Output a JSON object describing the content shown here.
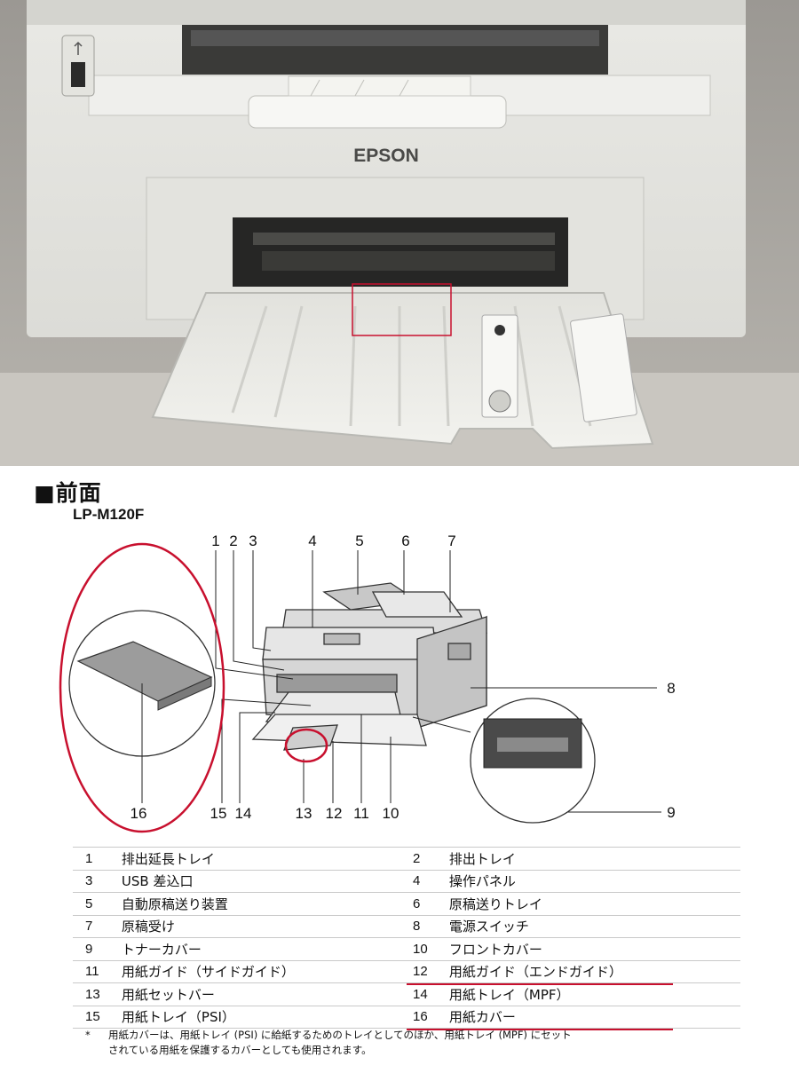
{
  "photo": {
    "brand_logo": "EPSON",
    "usb_icon": "usb-icon"
  },
  "section": {
    "heading": "■前面",
    "model": "LP-M120F"
  },
  "diagram": {
    "callouts_top": [
      "1",
      "2",
      "3",
      "4",
      "5",
      "6",
      "7"
    ],
    "callouts_right": [
      "8",
      "9"
    ],
    "callouts_bottom": [
      "16",
      "15",
      "14",
      "13",
      "12",
      "11",
      "10"
    ]
  },
  "parts": [
    {
      "no_a": "1",
      "name_a": "排出延長トレイ",
      "no_b": "2",
      "name_b": "排出トレイ"
    },
    {
      "no_a": "3",
      "name_a": "USB 差込口",
      "no_b": "4",
      "name_b": "操作パネル"
    },
    {
      "no_a": "5",
      "name_a": "自動原稿送り装置",
      "no_b": "6",
      "name_b": "原稿送りトレイ"
    },
    {
      "no_a": "7",
      "name_a": "原稿受け",
      "no_b": "8",
      "name_b": "電源スイッチ"
    },
    {
      "no_a": "9",
      "name_a": "トナーカバー",
      "no_b": "10",
      "name_b": "フロントカバー"
    },
    {
      "no_a": "11",
      "name_a": "用紙ガイド（サイドガイド）",
      "no_b": "12",
      "name_b": "用紙ガイド（エンドガイド）"
    },
    {
      "no_a": "13",
      "name_a": "用紙セットバー",
      "no_b": "14",
      "name_b": "用紙トレイ（MPF）"
    },
    {
      "no_a": "15",
      "name_a": "用紙トレイ（PSI）",
      "no_b": "16",
      "name_b": "用紙カバー"
    }
  ],
  "footnote": {
    "mark": "*",
    "text": "用紙カバーは、用紙トレイ (PSI) に給紙するためのトレイとしてのほか、用紙トレイ (MPF) にセット\nされている用紙を保護するカバーとしても使用されます。"
  },
  "colors": {
    "annotation_red": "#c8102e",
    "printer_body": "#e8e8e4",
    "table_rule": "#c9c9c9"
  }
}
